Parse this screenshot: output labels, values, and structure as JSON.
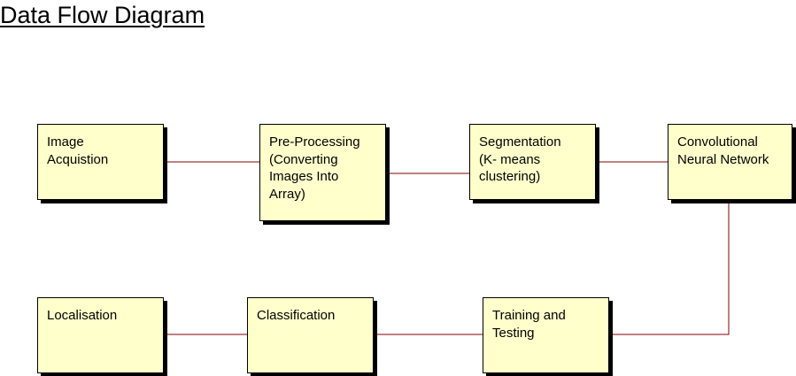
{
  "title": "Data Flow Diagram",
  "colors": {
    "node_fill": "#ffffcc",
    "node_border": "#000000",
    "connector": "#800000"
  },
  "nodes": [
    {
      "id": "image-acquistion",
      "label": "Image\nAcquistion"
    },
    {
      "id": "pre-processing",
      "label": "Pre-Processing\n(Converting\nImages Into\nArray)"
    },
    {
      "id": "segmentation",
      "label": "Segmentation\n(K- means\nclustering)"
    },
    {
      "id": "cnn",
      "label": "Convolutional\nNeural Network"
    },
    {
      "id": "training-testing",
      "label": "Training and\nTesting"
    },
    {
      "id": "classification",
      "label": "Classification"
    },
    {
      "id": "localisation",
      "label": "Localisation"
    }
  ],
  "edges": [
    {
      "from": "image-acquistion",
      "to": "pre-processing"
    },
    {
      "from": "pre-processing",
      "to": "segmentation"
    },
    {
      "from": "segmentation",
      "to": "cnn"
    },
    {
      "from": "cnn",
      "to": "training-testing"
    },
    {
      "from": "training-testing",
      "to": "classification"
    },
    {
      "from": "classification",
      "to": "localisation"
    }
  ]
}
